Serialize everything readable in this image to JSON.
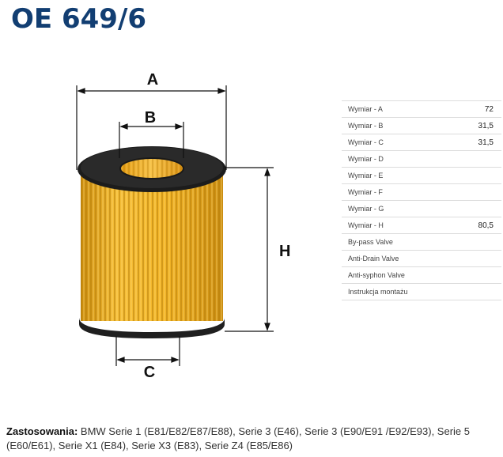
{
  "product": {
    "code": "OE 649/6"
  },
  "dimension_labels": {
    "a": "A",
    "b": "B",
    "c": "C",
    "h": "H"
  },
  "specs": [
    {
      "label": "Wymiar - A",
      "value": "72"
    },
    {
      "label": "Wymiar - B",
      "value": "31,5"
    },
    {
      "label": "Wymiar - C",
      "value": "31,5"
    },
    {
      "label": "Wymiar - D",
      "value": ""
    },
    {
      "label": "Wymiar - E",
      "value": ""
    },
    {
      "label": "Wymiar - F",
      "value": ""
    },
    {
      "label": "Wymiar - G",
      "value": ""
    },
    {
      "label": "Wymiar - H",
      "value": "80,5"
    },
    {
      "label": "By-pass Valve",
      "value": ""
    },
    {
      "label": "Anti-Drain Valve",
      "value": ""
    },
    {
      "label": "Anti-syphon Valve",
      "value": ""
    },
    {
      "label": "Instrukcja montażu",
      "value": ""
    }
  ],
  "usage": {
    "label": "Zastosowania:",
    "text": " BMW Serie 1 (E81/E82/E87/E88), Serie 3 (E46), Serie 3 (E90/E91 /E92/E93), Serie 5 (E60/E61), Serie X1 (E84), Serie X3 (E83), Serie Z4 (E85/E86)"
  },
  "colors": {
    "title": "#123e72",
    "filter_body": "#f5b81c",
    "filter_cap": "#1a1a1a"
  }
}
